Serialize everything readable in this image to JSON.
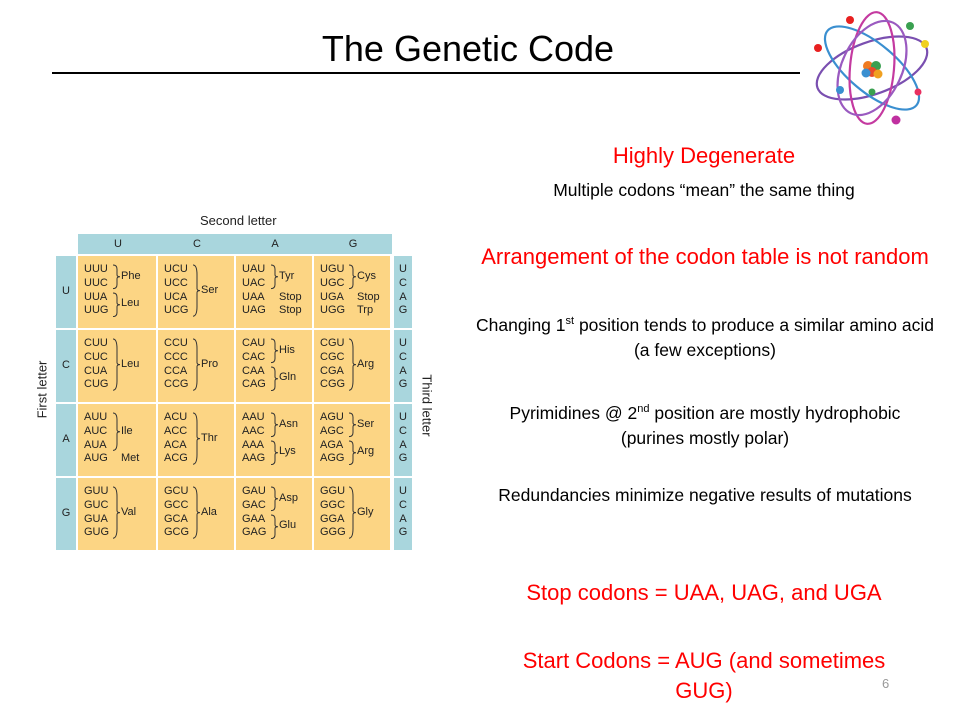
{
  "slide": {
    "title": "The Genetic Code",
    "page_number": "6"
  },
  "table": {
    "second_letter_label": "Second letter",
    "first_letter_label": "First letter",
    "third_letter_label": "Third letter",
    "columns": [
      "U",
      "C",
      "A",
      "G"
    ],
    "rows": [
      "U",
      "C",
      "A",
      "G"
    ],
    "third": [
      "U",
      "C",
      "A",
      "G"
    ],
    "cells": [
      [
        {
          "codons": "UUU\nUUC\nUUA\nUUG",
          "aas": [
            "Phe",
            "Leu"
          ],
          "groups": [
            2,
            2
          ]
        },
        {
          "codons": "UCU\nUCC\nUCA\nUCG",
          "aas": [
            "Ser"
          ],
          "groups": [
            4
          ]
        },
        {
          "codons": "UAU\nUAC\nUAA\nUAG",
          "aas": [
            "Tyr",
            "Stop",
            "Stop"
          ],
          "groups": [
            2,
            1,
            1
          ]
        },
        {
          "codons": "UGU\nUGC\nUGA\nUGG",
          "aas": [
            "Cys",
            "Stop",
            "Trp"
          ],
          "groups": [
            2,
            1,
            1
          ]
        }
      ],
      [
        {
          "codons": "CUU\nCUC\nCUA\nCUG",
          "aas": [
            "Leu"
          ],
          "groups": [
            4
          ]
        },
        {
          "codons": "CCU\nCCC\nCCA\nCCG",
          "aas": [
            "Pro"
          ],
          "groups": [
            4
          ]
        },
        {
          "codons": "CAU\nCAC\nCAA\nCAG",
          "aas": [
            "His",
            "Gln"
          ],
          "groups": [
            2,
            2
          ]
        },
        {
          "codons": "CGU\nCGC\nCGA\nCGG",
          "aas": [
            "Arg"
          ],
          "groups": [
            4
          ]
        }
      ],
      [
        {
          "codons": "AUU\nAUC\nAUA\nAUG",
          "aas": [
            "Ile",
            "Met"
          ],
          "groups": [
            3,
            1
          ]
        },
        {
          "codons": "ACU\nACC\nACA\nACG",
          "aas": [
            "Thr"
          ],
          "groups": [
            4
          ]
        },
        {
          "codons": "AAU\nAAC\nAAA\nAAG",
          "aas": [
            "Asn",
            "Lys"
          ],
          "groups": [
            2,
            2
          ]
        },
        {
          "codons": "AGU\nAGC\nAGA\nAGG",
          "aas": [
            "Ser",
            "Arg"
          ],
          "groups": [
            2,
            2
          ]
        }
      ],
      [
        {
          "codons": "GUU\nGUC\nGUA\nGUG",
          "aas": [
            "Val"
          ],
          "groups": [
            4
          ]
        },
        {
          "codons": "GCU\nGCC\nGCA\nGCG",
          "aas": [
            "Ala"
          ],
          "groups": [
            4
          ]
        },
        {
          "codons": "GAU\nGAC\nGAA\nGAG",
          "aas": [
            "Asp",
            "Glu"
          ],
          "groups": [
            2,
            2
          ]
        },
        {
          "codons": "GGU\nGGC\nGGA\nGGG",
          "aas": [
            "Gly"
          ],
          "groups": [
            4
          ]
        }
      ]
    ]
  },
  "right": {
    "degenerate_heading": "Highly Degenerate",
    "degenerate_body": "Multiple codons “mean” the same thing",
    "arrangement_heading": "Arrangement of the codon table is not random",
    "change_pre": "Changing 1",
    "change_sup": "st",
    "change_post": " position tends to produce a similar amino acid (a few exceptions)",
    "pyr_pre": "Pyrimidines @ 2",
    "pyr_sup": "nd",
    "pyr_post": " position are mostly hydrophobic (purines mostly polar)",
    "redundancy": "Redundancies minimize negative results of mutations",
    "stop": "Stop codons = UAA, UAG, and UGA",
    "start": "Start Codons = AUG (and sometimes GUG)"
  },
  "colors": {
    "header_blue": "#a9d6dd",
    "cell_yellow": "#fcd584",
    "accent_red": "#ff0000"
  }
}
